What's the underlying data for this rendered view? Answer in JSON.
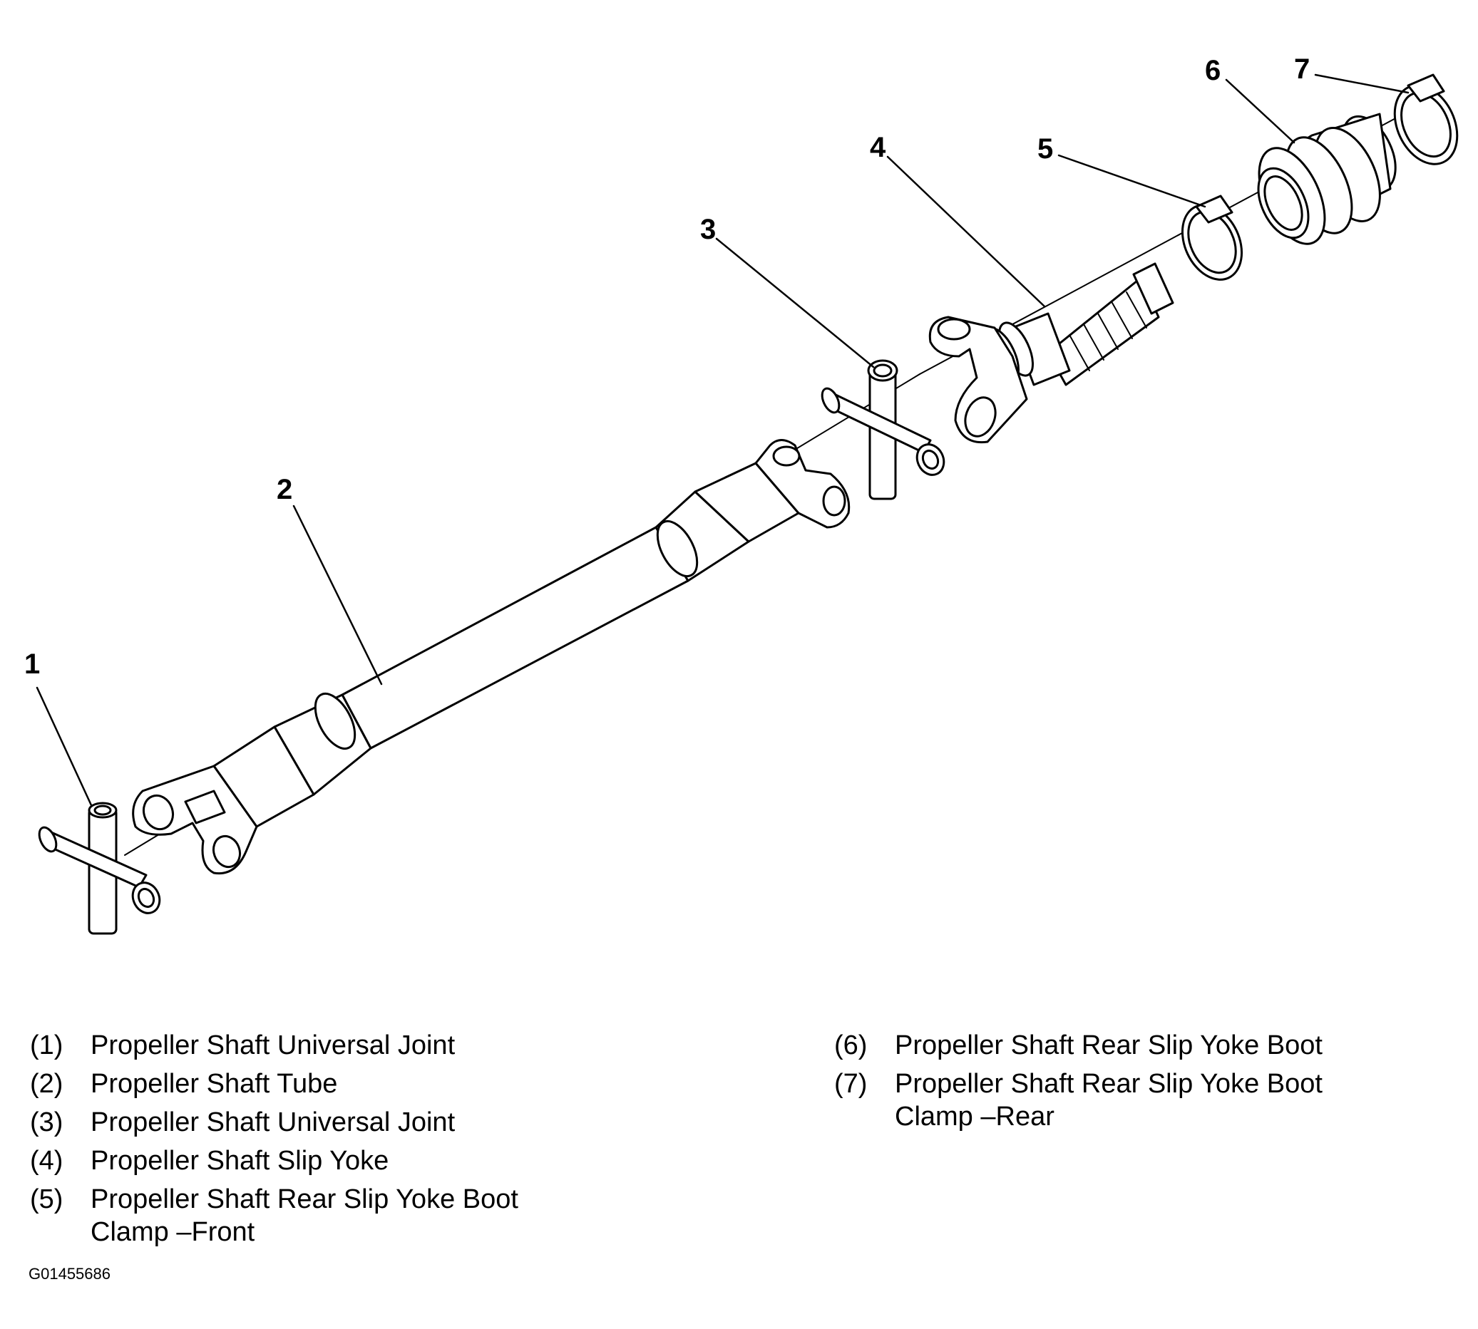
{
  "callouts": [
    "1",
    "2",
    "3",
    "4",
    "5",
    "6",
    "7"
  ],
  "legend": {
    "left": [
      {
        "num": "(1)",
        "text": "Propeller Shaft Universal Joint"
      },
      {
        "num": "(2)",
        "text": "Propeller Shaft Tube"
      },
      {
        "num": "(3)",
        "text": "Propeller Shaft Universal Joint"
      },
      {
        "num": "(4)",
        "text": "Propeller Shaft Slip Yoke"
      },
      {
        "num": "(5)",
        "text": "Propeller Shaft Rear Slip Yoke Boot\nClamp –Front"
      }
    ],
    "right": [
      {
        "num": "(6)",
        "text": "Propeller Shaft Rear Slip Yoke Boot"
      },
      {
        "num": "(7)",
        "text": "Propeller Shaft Rear Slip Yoke Boot\nClamp –Rear"
      }
    ]
  },
  "figure_id": "G01455686"
}
